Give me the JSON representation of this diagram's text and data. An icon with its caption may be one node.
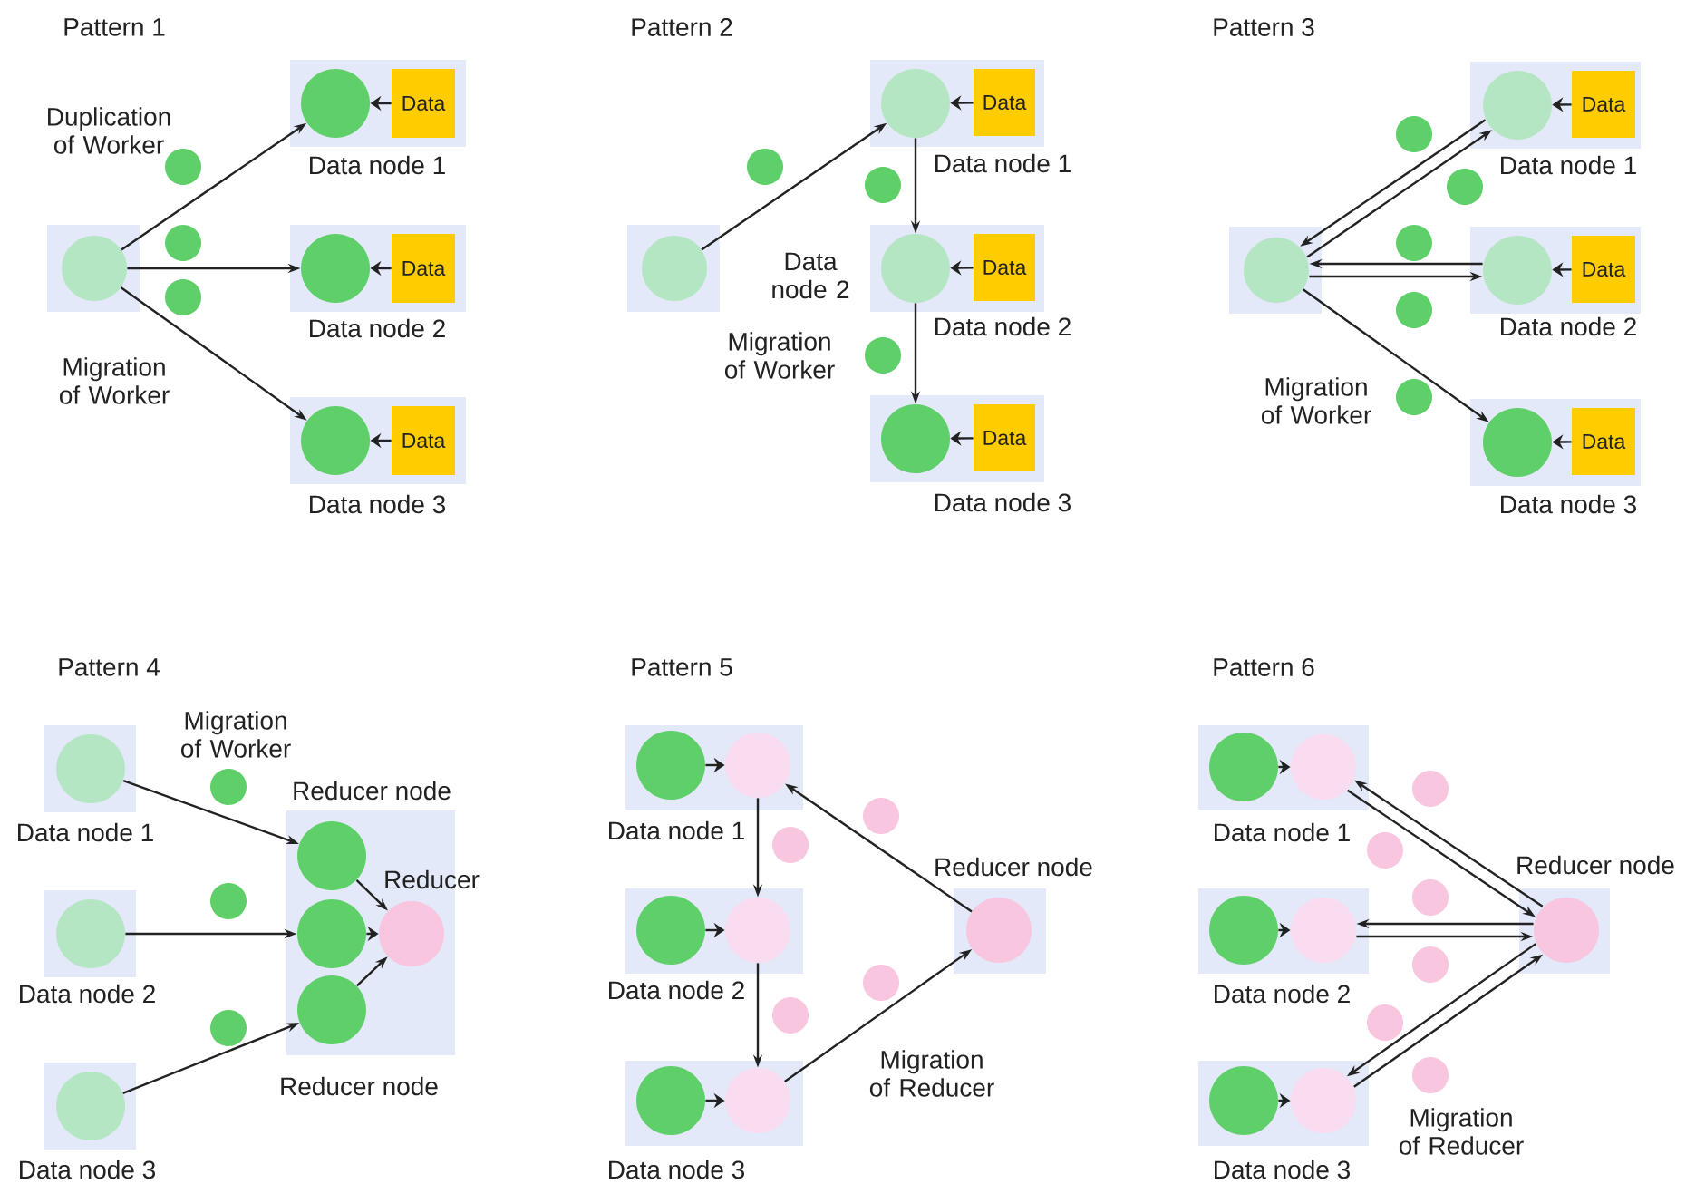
{
  "diagram": {
    "nodes": [
      {
        "text": [],
        "shape": "box"
      },
      {
        "text": [],
        "shape": "circle",
        "in": 0
      },
      {
        "text": [],
        "shape": "box",
        "beside": [
          "Data node 1"
        ]
      },
      {
        "text": [],
        "shape": "circle",
        "in": 2
      },
      {
        "text": [
          "Data"
        ],
        "in": 2
      },
      {
        "text": [],
        "shape": "box",
        "beside": [
          "Data node 2"
        ]
      },
      {
        "text": [],
        "shape": "circle",
        "in": 5
      },
      {
        "text": [
          "Data"
        ],
        "in": 5
      },
      {
        "text": [],
        "shape": "box",
        "beside": [
          "Data node 3"
        ]
      },
      {
        "text": [],
        "shape": "circle",
        "in": 8
      },
      {
        "text": [
          "Data"
        ],
        "in": 8
      },
      {
        "text": [],
        "shape": "box"
      },
      {
        "text": [],
        "shape": "circle",
        "in": 11
      },
      {
        "text": [],
        "shape": "box",
        "beside": [
          "Data node 1"
        ]
      },
      {
        "text": [],
        "shape": "circle",
        "in": 13
      },
      {
        "text": [
          "Data"
        ],
        "in": 13
      },
      {
        "text": [],
        "shape": "box",
        "beside": [
          "Data node 2"
        ]
      },
      {
        "text": [],
        "shape": "circle",
        "in": 16
      },
      {
        "text": [
          "Data"
        ],
        "in": 16
      },
      {
        "text": [],
        "shape": "box",
        "beside": [
          "Data node 3"
        ]
      },
      {
        "text": [],
        "shape": "circle",
        "in": 19
      },
      {
        "text": [
          "Data"
        ],
        "in": 19
      },
      {
        "text": [],
        "shape": "box"
      },
      {
        "text": [],
        "shape": "circle",
        "in": 22
      },
      {
        "text": [],
        "shape": "box",
        "beside": [
          "Data node 1"
        ]
      },
      {
        "text": [],
        "shape": "circle",
        "in": 24
      },
      {
        "text": [
          "Data"
        ],
        "in": 24
      },
      {
        "text": [],
        "shape": "box",
        "beside": [
          "Data node 2"
        ]
      },
      {
        "text": [],
        "shape": "circle",
        "in": 27
      },
      {
        "text": [
          "Data"
        ],
        "in": 27
      },
      {
        "text": [],
        "shape": "box",
        "beside": [
          "Data node 3"
        ]
      },
      {
        "text": [],
        "shape": "circle",
        "in": 30
      },
      {
        "text": [
          "Data"
        ],
        "in": 30
      },
      {
        "text": [],
        "shape": "box",
        "beside": [
          "Data node 1"
        ]
      },
      {
        "text": [],
        "shape": "circle",
        "in": 33
      },
      {
        "text": [],
        "shape": "box",
        "beside": [
          "Data node 2"
        ]
      },
      {
        "text": [],
        "shape": "circle",
        "in": 35
      },
      {
        "text": [],
        "shape": "box",
        "beside": [
          "Data node 3"
        ]
      },
      {
        "text": [],
        "shape": "circle",
        "in": 37
      },
      {
        "text": [],
        "shape": "box",
        "beside": [
          "Reducer node",
          "Reducer node"
        ]
      },
      {
        "text": [],
        "shape": "circle",
        "in": 39
      },
      {
        "text": [],
        "shape": "circle",
        "in": 39
      },
      {
        "text": [],
        "shape": "circle",
        "in": 39,
        "beside": [
          "Reducer"
        ]
      },
      {
        "text": [],
        "shape": "circle",
        "in": 39
      },
      {
        "text": [],
        "shape": "box",
        "beside": [
          "Data node 1"
        ]
      },
      {
        "text": [],
        "shape": "circle",
        "in": 44
      },
      {
        "text": [],
        "shape": "circle",
        "in": 44
      },
      {
        "text": [],
        "shape": "box",
        "beside": [
          "Data node 2"
        ]
      },
      {
        "text": [],
        "shape": "circle",
        "in": 47
      },
      {
        "text": [],
        "shape": "circle",
        "in": 47
      },
      {
        "text": [],
        "shape": "box",
        "beside": [
          "Data node 3"
        ]
      },
      {
        "text": [],
        "shape": "circle",
        "in": 50
      },
      {
        "text": [],
        "shape": "circle",
        "in": 50
      },
      {
        "text": [],
        "shape": "box",
        "beside": [
          "Reducer node"
        ]
      },
      {
        "text": [],
        "shape": "circle",
        "in": 53
      },
      {
        "text": [],
        "shape": "box",
        "beside": [
          "Data node 1"
        ]
      },
      {
        "text": [],
        "shape": "circle",
        "in": 55
      },
      {
        "text": [],
        "shape": "circle",
        "in": 55
      },
      {
        "text": [],
        "shape": "box",
        "beside": [
          "Data node 2"
        ]
      },
      {
        "text": [],
        "shape": "circle",
        "in": 58
      },
      {
        "text": [],
        "shape": "circle",
        "in": 58
      },
      {
        "text": [],
        "shape": "box",
        "beside": [
          "Data node 3"
        ]
      },
      {
        "text": [],
        "shape": "circle",
        "in": 61
      },
      {
        "text": [],
        "shape": "circle",
        "in": 61
      },
      {
        "text": [],
        "shape": "box",
        "beside": [
          "Reducer node"
        ]
      },
      {
        "text": [],
        "shape": "circle",
        "in": 64
      }
    ],
    "edges": [
      {
        "from": 4,
        "to": 3,
        "arrow": "to"
      },
      {
        "from": 7,
        "to": 6,
        "arrow": "to"
      },
      {
        "from": 10,
        "to": 9,
        "arrow": "to"
      },
      {
        "from": 1,
        "to": 3,
        "arrow": "to"
      },
      {
        "from": 1,
        "to": 6,
        "arrow": "to"
      },
      {
        "from": 1,
        "to": 9,
        "arrow": "to"
      },
      {
        "from": 15,
        "to": 14,
        "arrow": "to"
      },
      {
        "from": 18,
        "to": 17,
        "arrow": "to"
      },
      {
        "from": 21,
        "to": 20,
        "arrow": "to"
      },
      {
        "from": 12,
        "to": 14,
        "arrow": "to"
      },
      {
        "from": 14,
        "to": 17,
        "arrow": "to"
      },
      {
        "from": 17,
        "to": 20,
        "arrow": "to"
      },
      {
        "from": 26,
        "to": 25,
        "arrow": "to"
      },
      {
        "from": 29,
        "to": 28,
        "arrow": "to"
      },
      {
        "from": 32,
        "to": 31,
        "arrow": "to"
      },
      {
        "from": 23,
        "to": 25,
        "arrow": "to"
      },
      {
        "from": 25,
        "to": 23,
        "arrow": "to"
      },
      {
        "from": 23,
        "to": 28,
        "arrow": "to"
      },
      {
        "from": 28,
        "to": 23,
        "arrow": "to"
      },
      {
        "from": 23,
        "to": 31,
        "arrow": "to"
      },
      {
        "from": 34,
        "to": 40,
        "arrow": "to"
      },
      {
        "from": 36,
        "to": 41,
        "arrow": "to"
      },
      {
        "from": 38,
        "to": 43,
        "arrow": "to"
      },
      {
        "from": 40,
        "to": 42,
        "arrow": "to"
      },
      {
        "from": 41,
        "to": 42,
        "arrow": "to"
      },
      {
        "from": 43,
        "to": 42,
        "arrow": "to"
      },
      {
        "from": 45,
        "to": 46,
        "arrow": "to"
      },
      {
        "from": 48,
        "to": 49,
        "arrow": "to"
      },
      {
        "from": 51,
        "to": 52,
        "arrow": "to"
      },
      {
        "from": 54,
        "to": 46,
        "arrow": "to"
      },
      {
        "from": 46,
        "to": 49,
        "arrow": "to"
      },
      {
        "from": 49,
        "to": 52,
        "arrow": "to"
      },
      {
        "from": 52,
        "to": 54,
        "arrow": "to"
      },
      {
        "from": 56,
        "to": 57,
        "arrow": "to"
      },
      {
        "from": 59,
        "to": 60,
        "arrow": "to"
      },
      {
        "from": 62,
        "to": 63,
        "arrow": "to"
      },
      {
        "from": 65,
        "to": 57,
        "arrow": "to"
      },
      {
        "from": 57,
        "to": 65,
        "arrow": "to"
      },
      {
        "from": 65,
        "to": 60,
        "arrow": "to"
      },
      {
        "from": 60,
        "to": 65,
        "arrow": "to"
      },
      {
        "from": 65,
        "to": 63,
        "arrow": "to"
      },
      {
        "from": 63,
        "to": 65,
        "arrow": "to"
      }
    ],
    "labels": [
      "Pattern 1",
      "Duplication of Worker",
      "Migration of Worker",
      "Pattern 2",
      "Data node 2",
      "Migration of Worker",
      "Pattern 3",
      "Migration of Worker",
      "Pattern 4",
      "Migration of Worker",
      "Pattern 5",
      "Migration of Reducer",
      "Pattern 6",
      "Migration of Reducer"
    ]
  }
}
